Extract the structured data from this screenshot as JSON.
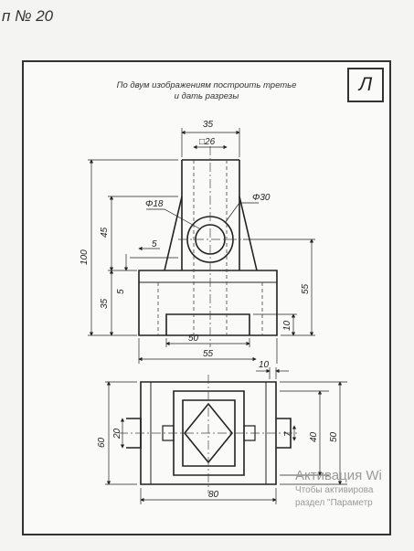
{
  "header": {
    "variant": "п № 20"
  },
  "task": {
    "line1": "По двум изображениям построить третье",
    "line2": "и дать разрезы"
  },
  "stamp": {
    "letter": "Л"
  },
  "dimensions": {
    "top_width": "35",
    "square_size": "□26",
    "hole_small": "Φ18",
    "hole_large": "Φ30",
    "total_height": "100",
    "upper_height": "45",
    "lower_height": "35",
    "step_5_horizontal": "5",
    "step_5_vertical": "5",
    "right_height": "55",
    "slot_height": "10",
    "slot_width": "50",
    "base_width": "55",
    "plan_offset": "10",
    "plan_depth": "60",
    "plan_slot": "20",
    "plan_pin": "7",
    "plan_inner": "40",
    "plan_outer": "50",
    "plan_length": "80"
  },
  "watermark": {
    "title": "Активация Wi",
    "line1": "Чтобы активирова",
    "line2": "раздел \"Параметр"
  }
}
